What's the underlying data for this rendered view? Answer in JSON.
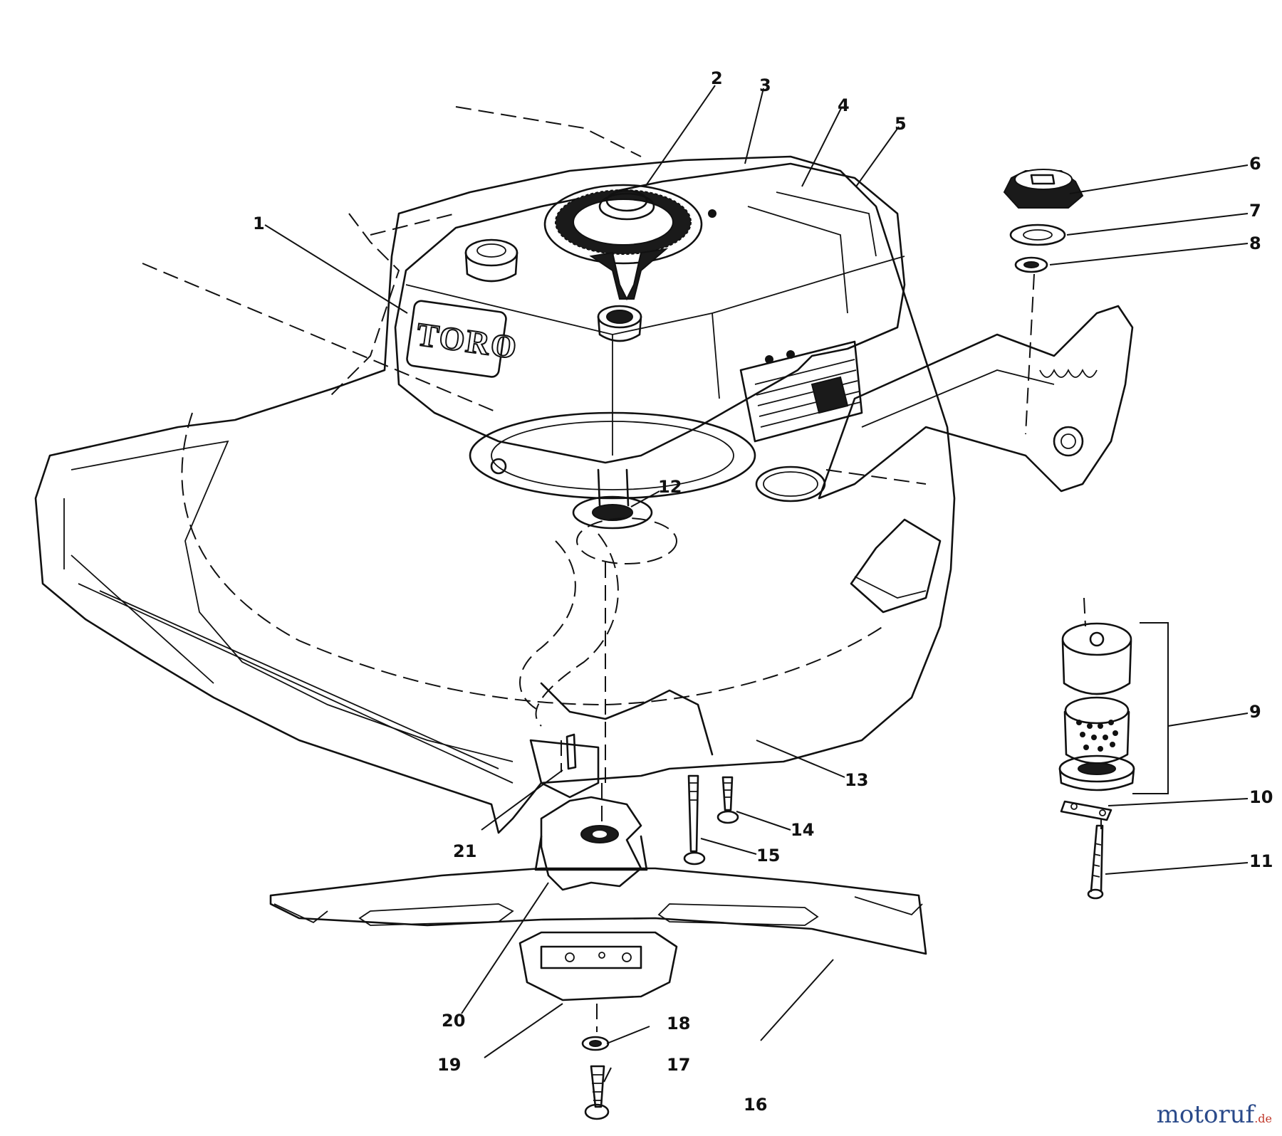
{
  "diagram": {
    "brand_label": "TORO",
    "callouts": [
      "1",
      "2",
      "3",
      "4",
      "5",
      "6",
      "7",
      "8",
      "9",
      "10",
      "11",
      "12",
      "13",
      "14",
      "15",
      "16",
      "17",
      "18",
      "19",
      "20",
      "21"
    ]
  },
  "watermark": {
    "main": "motoruf",
    "suffix": ".de"
  }
}
